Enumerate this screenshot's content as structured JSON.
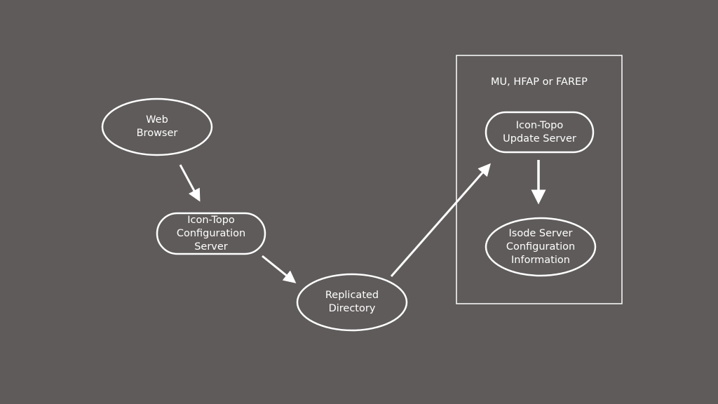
{
  "colors": {
    "background": "#5f5b5a",
    "stroke": "#ffffff",
    "text": "#ffffff"
  },
  "container": {
    "title": "MU, HFAP or FAREP"
  },
  "nodes": {
    "web_browser": {
      "label": "Web\nBrowser",
      "shape": "ellipse"
    },
    "config_server": {
      "label": "Icon-Topo\nConfiguration\nServer",
      "shape": "pill"
    },
    "replicated_directory": {
      "label": "Replicated\nDirectory",
      "shape": "ellipse"
    },
    "update_server": {
      "label": "Icon-Topo\nUpdate Server",
      "shape": "pill"
    },
    "isode_config": {
      "label": "Isode Server\nConfiguration\nInformation",
      "shape": "ellipse"
    }
  },
  "edges": [
    {
      "from": "web_browser",
      "to": "config_server"
    },
    {
      "from": "config_server",
      "to": "replicated_directory"
    },
    {
      "from": "replicated_directory",
      "to": "update_server"
    },
    {
      "from": "update_server",
      "to": "isode_config"
    }
  ]
}
